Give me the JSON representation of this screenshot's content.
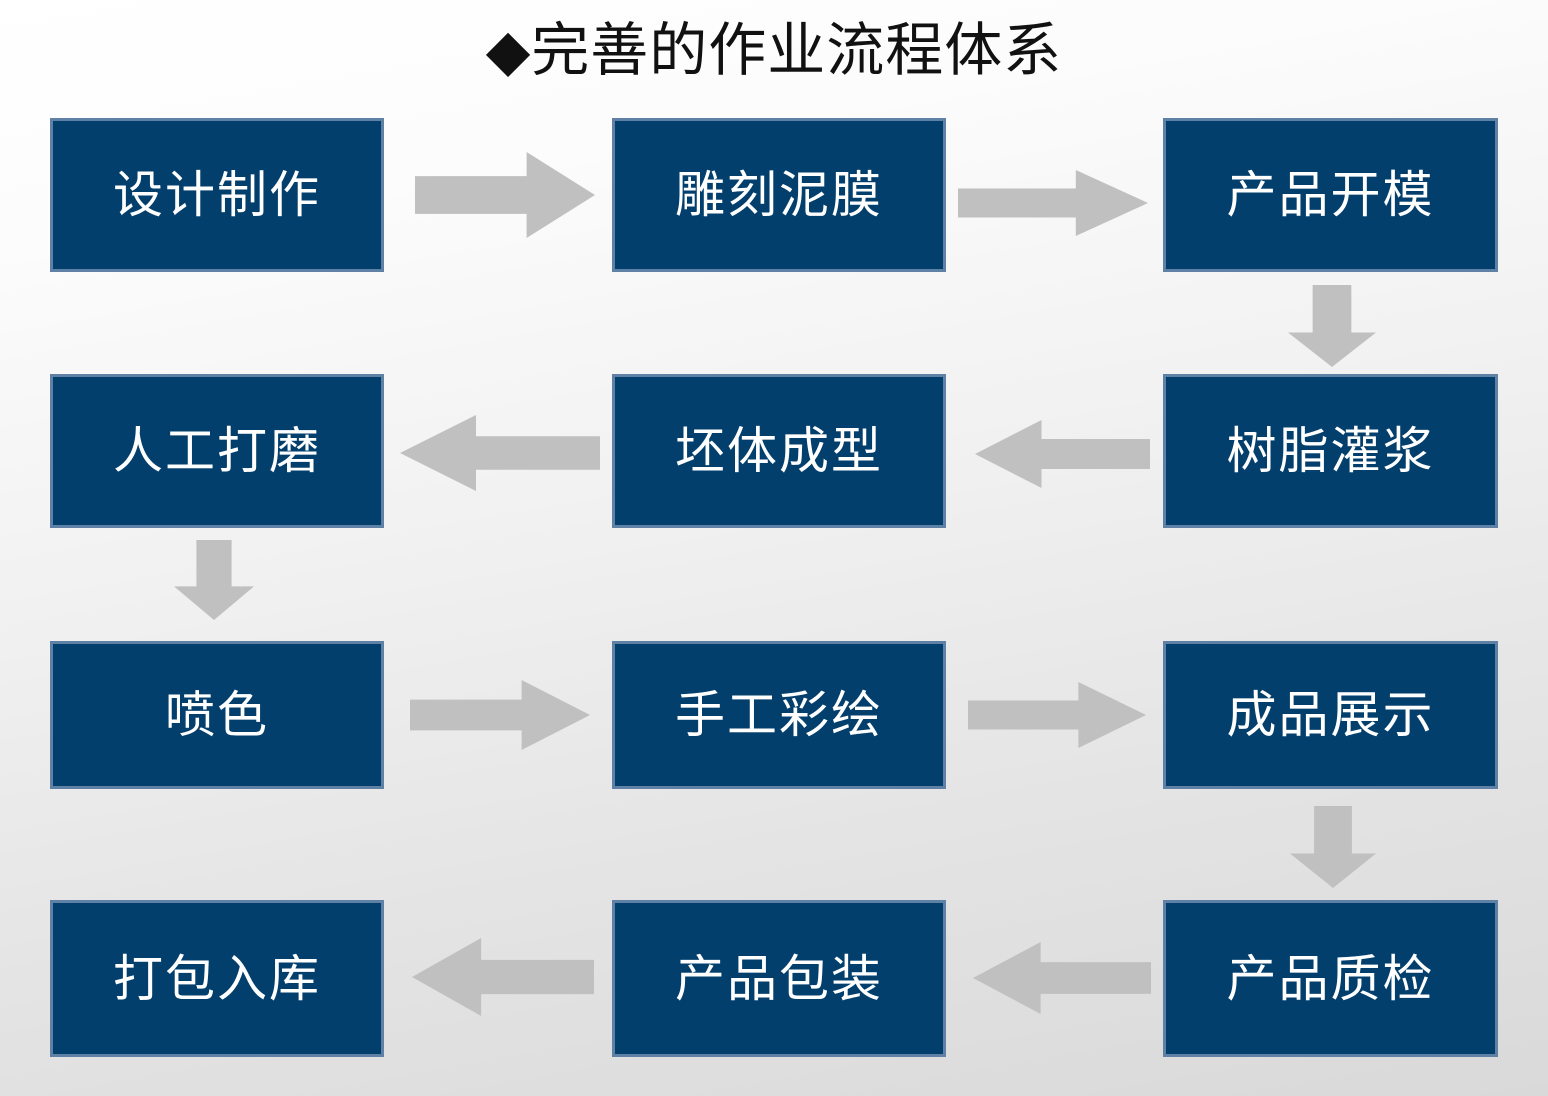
{
  "slide": {
    "title": "◆完善的作业流程体系",
    "background_top_color": "#ffffff",
    "background_bottom_color": "#d9d9d9"
  },
  "theme": {
    "node_fill": "#033f6c",
    "node_border": "#5f81a6",
    "node_text_color": "#ffffff",
    "arrow_color": "#c0c0c0",
    "title_color": "#111111"
  },
  "flowchart": {
    "type": "process-flow",
    "direction": "serpentine",
    "rows": 4,
    "columns": 3,
    "nodes": [
      {
        "id": "n1",
        "label": "设计制作",
        "row": 1,
        "col": 1
      },
      {
        "id": "n2",
        "label": "雕刻泥膜",
        "row": 1,
        "col": 2
      },
      {
        "id": "n3",
        "label": "产品开模",
        "row": 1,
        "col": 3
      },
      {
        "id": "n4",
        "label": "树脂灌浆",
        "row": 2,
        "col": 3
      },
      {
        "id": "n5",
        "label": "坯体成型",
        "row": 2,
        "col": 2
      },
      {
        "id": "n6",
        "label": "人工打磨",
        "row": 2,
        "col": 1
      },
      {
        "id": "n7",
        "label": "喷色",
        "row": 3,
        "col": 1
      },
      {
        "id": "n8",
        "label": "手工彩绘",
        "row": 3,
        "col": 2
      },
      {
        "id": "n9",
        "label": "成品展示",
        "row": 3,
        "col": 3
      },
      {
        "id": "n10",
        "label": "产品质检",
        "row": 4,
        "col": 3
      },
      {
        "id": "n11",
        "label": "产品包装",
        "row": 4,
        "col": 2
      },
      {
        "id": "n12",
        "label": "打包入库",
        "row": 4,
        "col": 1
      }
    ],
    "connectors": [
      {
        "id": "a1",
        "from": "n1",
        "to": "n2",
        "direction": "right"
      },
      {
        "id": "a2",
        "from": "n2",
        "to": "n3",
        "direction": "right"
      },
      {
        "id": "a3",
        "from": "n3",
        "to": "n4",
        "direction": "down"
      },
      {
        "id": "a4",
        "from": "n4",
        "to": "n5",
        "direction": "left"
      },
      {
        "id": "a5",
        "from": "n5",
        "to": "n6",
        "direction": "left"
      },
      {
        "id": "a6",
        "from": "n6",
        "to": "n7",
        "direction": "down"
      },
      {
        "id": "a7",
        "from": "n7",
        "to": "n8",
        "direction": "right"
      },
      {
        "id": "a8",
        "from": "n8",
        "to": "n9",
        "direction": "right"
      },
      {
        "id": "a9",
        "from": "n9",
        "to": "n10",
        "direction": "down"
      },
      {
        "id": "a10",
        "from": "n10",
        "to": "n11",
        "direction": "left"
      },
      {
        "id": "a11",
        "from": "n11",
        "to": "n12",
        "direction": "left"
      }
    ]
  }
}
